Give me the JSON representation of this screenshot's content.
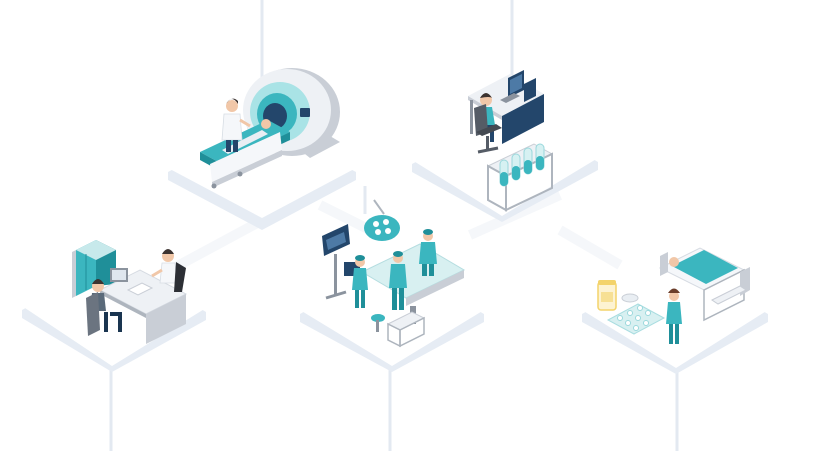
{
  "colors": {
    "background": "#ffffff",
    "platform_top": "#ffffff",
    "platform_edge": "#e6ecf4",
    "platform_shadow": "#f2f5f9",
    "connector": "#e3e9f1",
    "teal": "#3bb6bf",
    "teal_dark": "#1f8f99",
    "teal_light": "#a9e3e6",
    "navy": "#23466b",
    "navy_dark": "#1a3550",
    "grey": "#c9ced6",
    "grey_dark": "#8b939e",
    "skin": "#f1c7a8",
    "hair_dark": "#3c3330",
    "pill_yellow": "#f3d36b"
  },
  "scenes": [
    {
      "name": "mri-scanner-room",
      "icons": [
        "mri-machine-icon",
        "doctor-icon",
        "patient-bed-icon"
      ]
    },
    {
      "name": "lab-workstation",
      "icons": [
        "computer-monitor-icon",
        "lab-technician-icon",
        "office-chair-icon",
        "test-tubes-icon"
      ]
    },
    {
      "name": "doctor-consultation-office",
      "icons": [
        "cabinet-icon",
        "desk-icon",
        "doctor-icon",
        "patient-icon"
      ]
    },
    {
      "name": "operating-room",
      "icons": [
        "surgical-lamp-icon",
        "surgeon-icon",
        "operating-table-icon",
        "monitor-stand-icon"
      ]
    },
    {
      "name": "patient-ward-pharmacy",
      "icons": [
        "hospital-bed-icon",
        "nurse-icon",
        "pill-bottle-icon",
        "pill-blister-icon"
      ]
    }
  ]
}
